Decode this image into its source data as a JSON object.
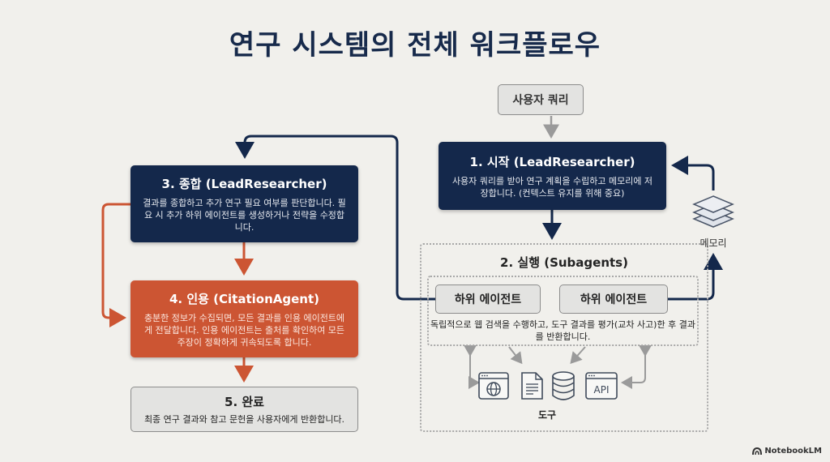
{
  "title": "연구 시스템의 전체 워크플로우",
  "user_query": "사용자 쿼리",
  "steps": [
    {
      "heading": "1. 시작 (LeadResearcher)",
      "desc": "사용자 쿼리를 받아 연구 계획을 수립하고 메모리에 저장합니다. (컨텍스트 유지를 위해 중요)"
    },
    {
      "heading": "2. 실행 (Subagents)",
      "subagents": [
        "하위 에이전트",
        "하위 에이전트"
      ],
      "desc": "독립적으로 웹 검색을 수행하고, 도구 결과를 평가(교차 사고)한 후 결과를 반환합니다."
    },
    {
      "heading": "3. 종합 (LeadResearcher)",
      "desc": "결과를 종합하고 추가 연구 필요 여부를 판단합니다. 필요 시 추가 하위 에이전트를 생성하거나 전략을 수정합니다."
    },
    {
      "heading": "4. 인용 (CitationAgent)",
      "desc": "충분한 정보가 수집되면, 모든 결과를 인용 에이전트에게 전달합니다. 인용 에이전트는 출처를 확인하여 모든 주장이 정확하게 귀속되도록 합니다."
    },
    {
      "heading": "5. 완료",
      "desc": "최종 연구 결과와 참고 문헌을 사용자에게 반환합니다."
    }
  ],
  "memory_label": "메모리",
  "tools": {
    "label": "도구",
    "icons": [
      "web-browser-icon",
      "document-icon",
      "database-icon",
      "api-icon"
    ],
    "api_text": "API"
  },
  "brand": "NotebookLM",
  "colors": {
    "navy": "#14284b",
    "orange": "#cc5533",
    "gray_box": "#e3e3e1",
    "background": "#f1f0ec"
  }
}
